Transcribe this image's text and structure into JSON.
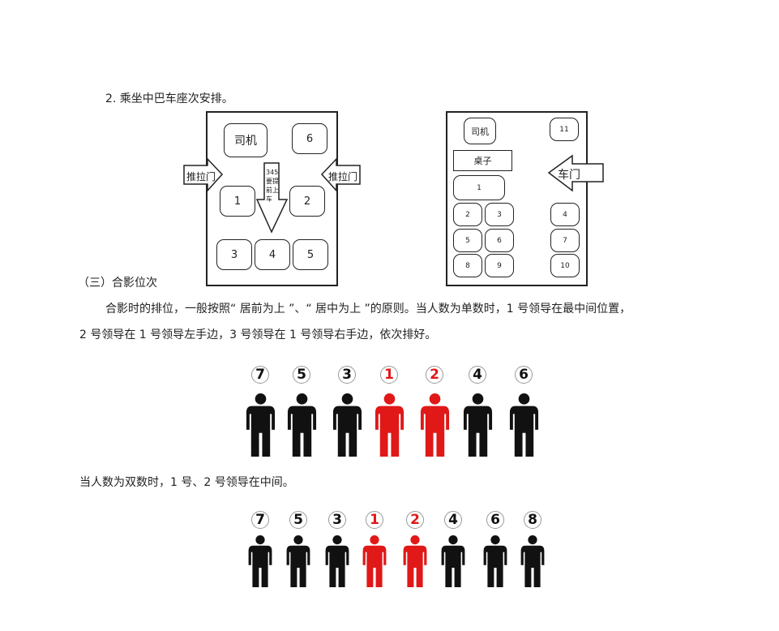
{
  "heading_bus": "2. 乘坐中巴车座次安排。",
  "bus1": {
    "driver": "司机",
    "seats": [
      "1",
      "2",
      "3",
      "4",
      "5",
      "6"
    ],
    "left_door": "推拉门",
    "right_door": "推拉门",
    "arrow_text": [
      "345",
      "要提",
      "前上",
      "车"
    ]
  },
  "bus2": {
    "driver": "司机",
    "table": "桌子",
    "door": "车门",
    "seats": [
      "1",
      "2",
      "3",
      "4",
      "5",
      "6",
      "7",
      "8",
      "9",
      "10",
      "11"
    ]
  },
  "section_title": "（三）合影位次",
  "para_line1": "合影时的排位，一般按照“ 居前为上 ”、“ 居中为上 ”的原则。当人数为单数时，1 号领导在最中间位置，",
  "para_line2": "2 号领导在 1 号领导左手边，3 号领导在 1 号领导右手边，依次排好。",
  "odd_row": [
    "7",
    "5",
    "3",
    "1",
    "2",
    "4",
    "6"
  ],
  "even_text": "当人数为双数时，1 号、2 号领导在中间。",
  "even_row": [
    "7",
    "5",
    "3",
    "1",
    "2",
    "4",
    "6",
    "8"
  ],
  "colors": {
    "leader": "#e01818",
    "other": "#111111"
  }
}
